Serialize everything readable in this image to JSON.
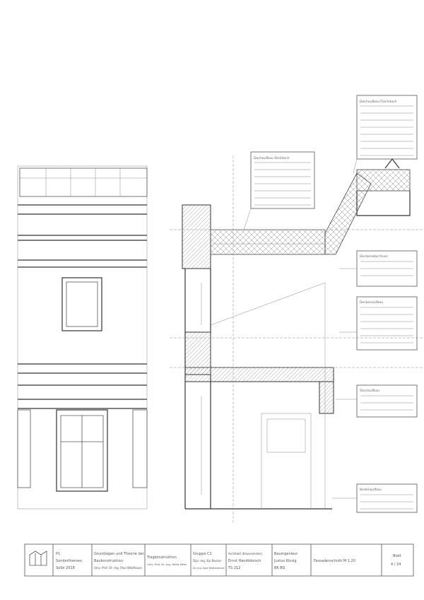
{
  "labels": {
    "roof_flat": "Dachaufbau Flachdach",
    "roof_pitched": "Dachaufbau Steildach",
    "eaves": "Deckenabschluss",
    "ceiling": "Deckenaufbau",
    "lintel": "Sturzaufbau",
    "floor": "Bodenaufbau"
  },
  "title_block": {
    "c1": [
      "P1",
      "Sonderthemen",
      "SoSe 2018"
    ],
    "c2": [
      "Grundlagen und Theorie der",
      "Baukonstruktion",
      "Univ.-Prof. Dr.-Ing. Paul Waldhauer"
    ],
    "c3": [
      "Tragkonstruktion",
      "Univ.-Prof. Dr.-Ing. Attila Dées"
    ],
    "c4": [
      "Gruppe C1",
      "Dipl.-Ing. Kai Becker",
      "Dr.-Ing. Axel Wettenbrock"
    ],
    "c5": [
      "Architekt (Klassenleiter)",
      "Ernst Handtdorsch",
      "TS 212"
    ],
    "c6": [
      "Bauingenieur",
      "Justus Kinzig",
      "BK BG"
    ],
    "c7": "Fassadenschnitt   M 1:20",
    "c8": [
      "Blatt",
      "4 / 24"
    ]
  }
}
